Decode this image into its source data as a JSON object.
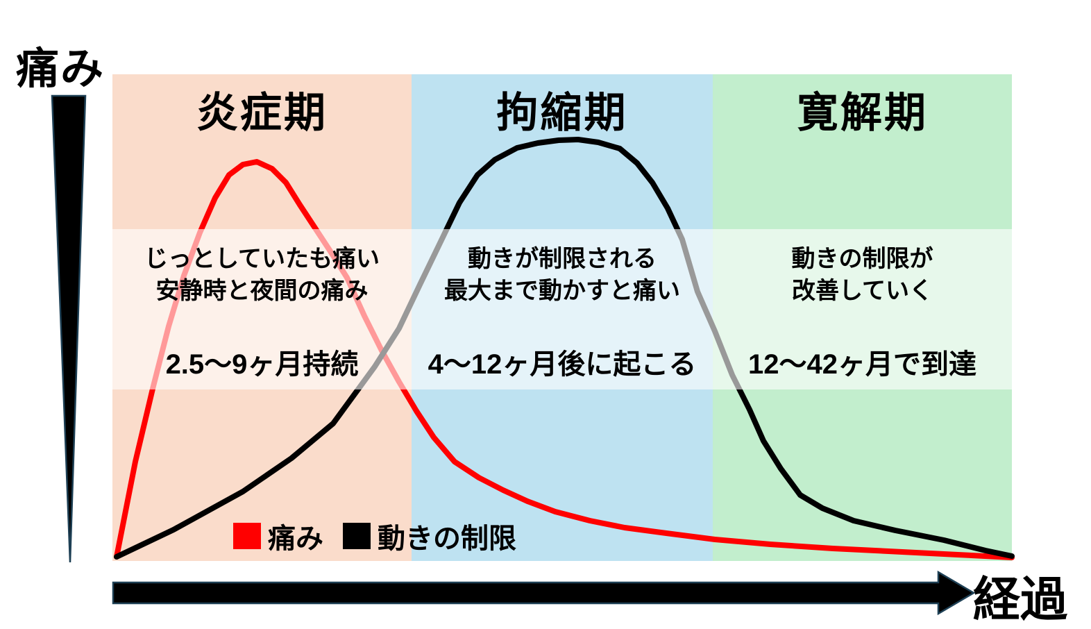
{
  "y_axis": {
    "label": "痛み"
  },
  "x_axis": {
    "label": "経過"
  },
  "legend": {
    "items": [
      {
        "label": "痛み",
        "color": "#ff0000"
      },
      {
        "label": "動きの制限",
        "color": "#000000"
      }
    ]
  },
  "phases": [
    {
      "name": "炎症期",
      "band_color": "#fadccb",
      "desc_line1": "じっとしていたも痛い",
      "desc_line2": "安静時と夜間の痛み",
      "duration": "2.5～9ヶ月持続"
    },
    {
      "name": "拘縮期",
      "band_color": "#bee2f1",
      "desc_line1": "動きが制限される",
      "desc_line2": "最大まで動かすと痛い",
      "duration": "4～12ヶ月後に起こる"
    },
    {
      "name": "寛解期",
      "band_color": "#c2eecd",
      "desc_line1": "動きの制限が",
      "desc_line2": "改善していく",
      "duration": "12～42ヶ月で到達"
    }
  ],
  "chart_data": {
    "type": "line",
    "title": "",
    "xlabel": "経過",
    "ylabel": "痛み",
    "grid": false,
    "legend_position": "bottom-left-inside",
    "x_axis_style": "arrow, unlabeled qualitative time",
    "y_axis_style": "tapered arrow, unlabeled qualitative intensity",
    "xlim": [
      0,
      100
    ],
    "ylim": [
      0,
      1
    ],
    "phases": [
      {
        "name": "炎症期",
        "notes": [
          "じっとしていたも痛い",
          "安静時と夜間の痛み"
        ],
        "duration": "2.5～9ヶ月持続"
      },
      {
        "name": "拘縮期",
        "notes": [
          "動きが制限される",
          "最大まで動かすと痛い"
        ],
        "duration": "4～12ヶ月後に起こる"
      },
      {
        "name": "寛解期",
        "notes": [
          "動きの制限が",
          "改善していく"
        ],
        "duration": "12～42ヶ月で到達"
      }
    ],
    "series": [
      {
        "name": "痛み",
        "color": "#ff0000",
        "peak_phase": "炎症期",
        "x": [
          0,
          4,
          8,
          10,
          12,
          14,
          16,
          19,
          22,
          26,
          31,
          36,
          42,
          51,
          59,
          67,
          80,
          90,
          100
        ],
        "y": [
          0.01,
          0.4,
          0.67,
          0.78,
          0.88,
          0.93,
          0.95,
          0.9,
          0.8,
          0.69,
          0.51,
          0.29,
          0.18,
          0.11,
          0.07,
          0.05,
          0.03,
          0.02,
          0.01
        ]
      },
      {
        "name": "動きの制限",
        "color": "#000000",
        "peak_phase": "拘縮期",
        "x": [
          0,
          7,
          14,
          22,
          29,
          33,
          38,
          43,
          46,
          52,
          56,
          60,
          65,
          70,
          73,
          77,
          82,
          90,
          100
        ],
        "y": [
          0.01,
          0.08,
          0.16,
          0.28,
          0.46,
          0.59,
          0.84,
          0.95,
          0.99,
          1.0,
          0.98,
          0.9,
          0.64,
          0.41,
          0.24,
          0.16,
          0.1,
          0.06,
          0.01
        ]
      }
    ]
  }
}
